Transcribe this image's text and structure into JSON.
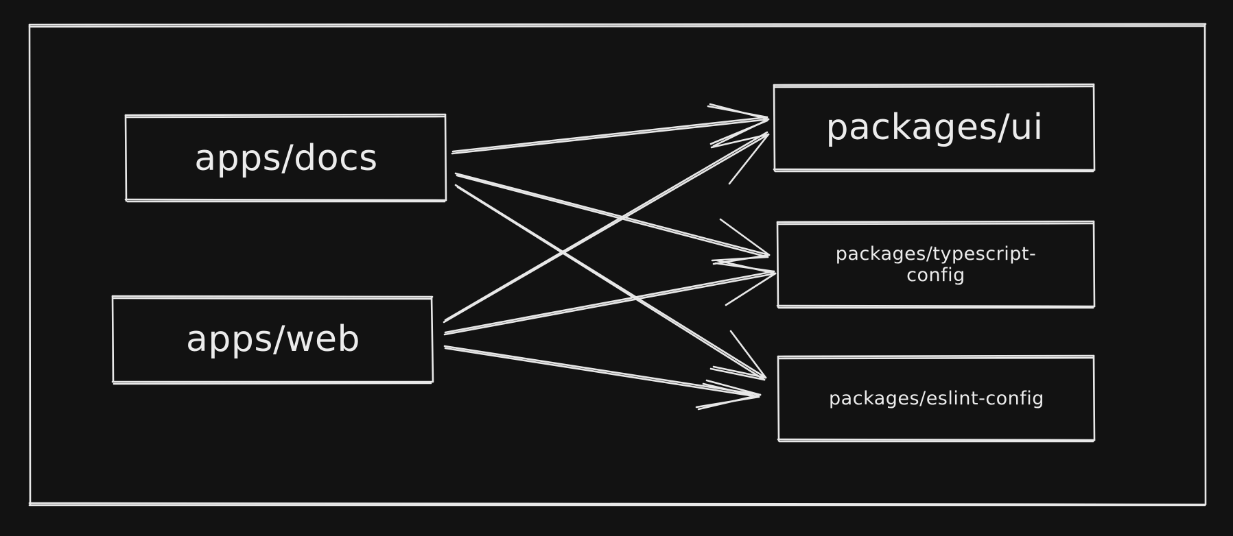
{
  "diagram": {
    "colors": {
      "background": "#121212",
      "stroke": "#e8e8e8",
      "text": "#ececec"
    },
    "nodes": {
      "apps_docs": "apps/docs",
      "apps_web": "apps/web",
      "packages_ui": "packages/ui",
      "packages_typescript_config": "packages/typescript-\nconfig",
      "packages_eslint_config": "packages/eslint-config"
    },
    "edges": [
      {
        "from": "apps_docs",
        "to": "packages_ui"
      },
      {
        "from": "apps_docs",
        "to": "packages_typescript_config"
      },
      {
        "from": "apps_docs",
        "to": "packages_eslint_config"
      },
      {
        "from": "apps_web",
        "to": "packages_ui"
      },
      {
        "from": "apps_web",
        "to": "packages_typescript_config"
      },
      {
        "from": "apps_web",
        "to": "packages_eslint_config"
      }
    ]
  }
}
